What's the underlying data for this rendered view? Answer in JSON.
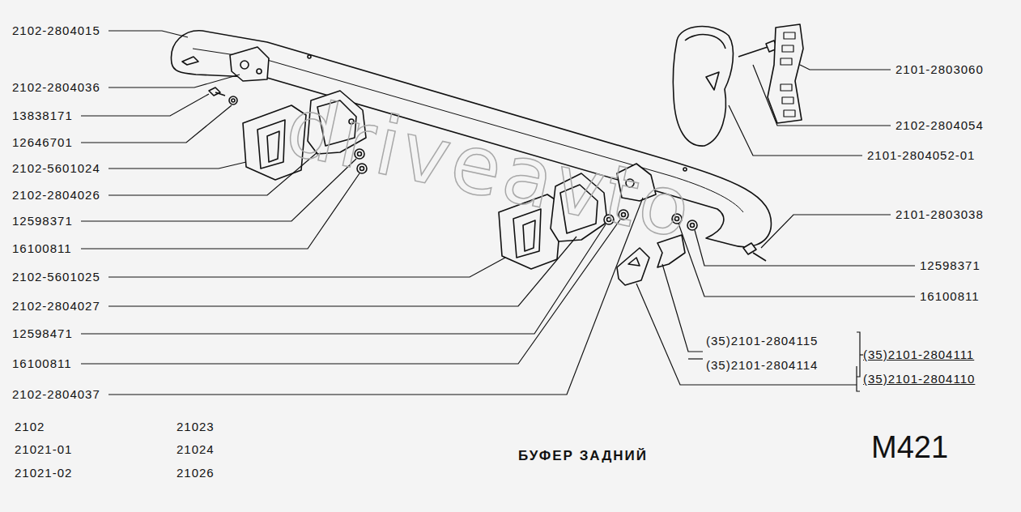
{
  "diagram": {
    "title": "БУФЕР ЗАДНИЙ",
    "labels": [
      "2102-2804015",
      "2102-2804036",
      "13838171",
      "12646701",
      "2102-5601024",
      "2102-2804026",
      "12598371",
      "16100811",
      "2102-5601025",
      "2102-2804027",
      "12598471",
      "16100811",
      "2102-2804037",
      "2101-2803060",
      "2102-2804054",
      "2101-2804052-01",
      "2101-2803038",
      "12598371",
      "16100811",
      "(35)2101-2804115",
      "(35)2101-2804114",
      "(35)2101-2804111",
      "(35)2101-2804110",
      "2102",
      "21021-01",
      "21021-02",
      "21023",
      "21024",
      "21026",
      "M421",
      "driveavto"
    ]
  }
}
